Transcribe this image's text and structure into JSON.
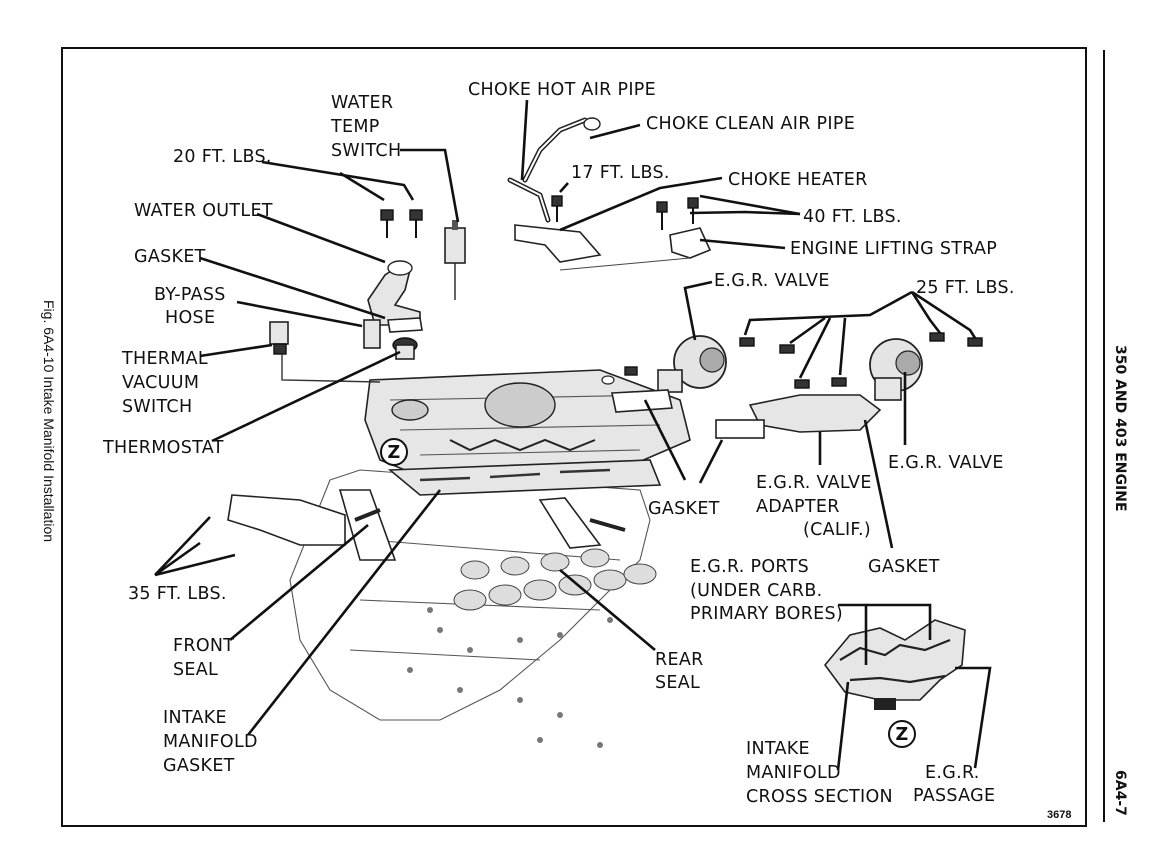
{
  "labels": {
    "water_temp_switch": [
      "WATER",
      "TEMP",
      "SWITCH"
    ],
    "choke_hot_air_pipe": "CHOKE HOT AIR PIPE",
    "choke_clean_air_pipe": "CHOKE CLEAN AIR PIPE",
    "torque_20": "20 FT. LBS.",
    "torque_17": "17 FT. LBS.",
    "choke_heater": "CHOKE HEATER",
    "water_outlet": "WATER OUTLET",
    "torque_40": "40 FT. LBS.",
    "gasket_top": "GASKET",
    "engine_lifting_strap": "ENGINE LIFTING STRAP",
    "egr_valve_top": "E.G.R. VALVE",
    "torque_25": "25 FT. LBS.",
    "bypass_hose": [
      "BY-PASS",
      "HOSE"
    ],
    "thermal_vacuum_switch": [
      "THERMAL",
      "VACUUM",
      "SWITCH"
    ],
    "thermostat": "THERMOSTAT",
    "egr_valve_right": "E.G.R. VALVE",
    "egr_valve_adapter": [
      "E.G.R. VALVE",
      "ADAPTER",
      "(CALIF.)"
    ],
    "gasket_mid": "GASKET",
    "gasket_right": "GASKET",
    "torque_35": "35 FT. LBS.",
    "egr_ports": [
      "E.G.R. PORTS",
      "(UNDER CARB.",
      "PRIMARY BORES)"
    ],
    "front_seal": [
      "FRONT",
      "SEAL"
    ],
    "rear_seal": [
      "REAR",
      "SEAL"
    ],
    "intake_manifold_gasket": [
      "INTAKE",
      "MANIFOLD",
      "GASKET"
    ],
    "intake_manifold_cross_section": [
      "INTAKE",
      "MANIFOLD",
      "CROSS SECTION"
    ],
    "egr_passage": [
      "E.G.R.",
      "PASSAGE"
    ],
    "detail_marker": "Z",
    "figure_number": "3678"
  },
  "caption": "Fig. 6A4-10 Intake Manifold Installation",
  "side_heading": "350 AND 403 ENGINE",
  "page_number": "6A4-7"
}
